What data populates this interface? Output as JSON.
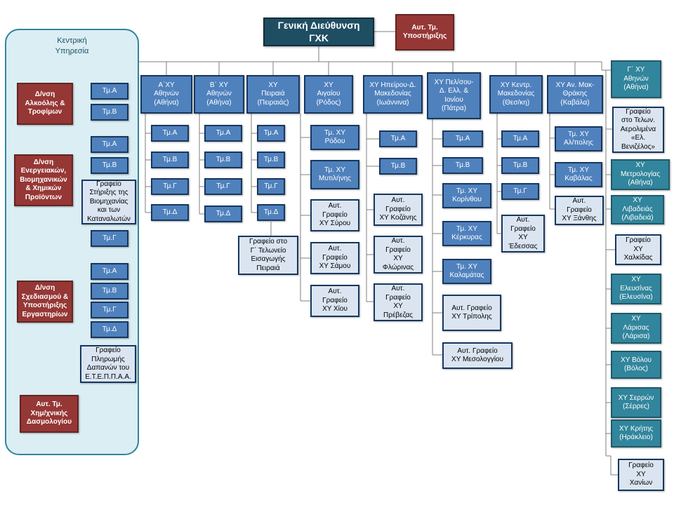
{
  "top": {
    "general_directorate": "Γενική Διεύθυνση\nΓΧΚ",
    "support_unit": "Αυτ. Τμ.\nΥποστήριξης"
  },
  "central": {
    "title": "Κεντρική\nΥπηρεσία",
    "dir1": "Δ/νση\nΑλκοόλης &\nΤροφίμων",
    "dir1_a": "Τμ.Α",
    "dir1_b": "Τμ.Β",
    "dir2": "Δ/νση\nΕνεργειακών,\nΒιομηχανικών\n& Χημικών\nΠροϊόντων",
    "dir2_a": "Τμ.Α",
    "dir2_b": "Τμ.Β",
    "dir2_office": "Γραφείο\nΣτήριξης της\nΒιομηχανίας\nκαι των\nΚαταναλωτών",
    "dir2_c": "Τμ.Γ",
    "dir3": "Δ/νση\nΣχεδιασμού &\nΥποστήριξης\nΕργαστηρίων",
    "dir3_a": "Τμ.Α",
    "dir3_b": "Τμ.Β",
    "dir3_c": "Τμ.Γ",
    "dir3_d": "Τμ.Δ",
    "dir3_office": "Γραφείο\nΠληρωμής\nΔαπανών του\nΕ.Τ.Ε.Π.Π.Α.Α.",
    "tariff_unit": "Αυτ. Τμ.\nΧημ/χνικής\nΔασμολογίου"
  },
  "labs": {
    "athens_a": "Α΄ΧΥ\nΑθηνών\n(Αθήνα)",
    "athens_a_units": [
      "Τμ.Α",
      "Τμ.Β",
      "Τμ.Γ",
      "Τμ.Δ"
    ],
    "athens_b": "Β΄ ΧΥ\nΑθηνών\n(Αθήνα)",
    "athens_b_units": [
      "Τμ.Α",
      "Τμ.Β",
      "Τμ.Γ",
      "Τμ.Δ"
    ],
    "piraeus": "ΧΥ\nΠειραιά\n(Πειραιάς)",
    "piraeus_units": [
      "Τμ.Α",
      "Τμ.Β",
      "Τμ.Γ",
      "Τμ.Δ"
    ],
    "piraeus_office": "Γραφείο στο\nΓ΄ Τελωνείο\nΕισαγωγής\nΠειραιά",
    "aegean": "ΧΥ\nΑιγαίου\n(Ρόδος)",
    "aegean_subs": [
      "Τμ. ΧΥ\nΡόδου",
      "Τμ. ΧΥ\nΜυτιλήνης",
      "Αυτ.\nΓραφείο\nΧΥ Σύρου",
      "Αυτ.\nΓραφείο\nΧΥ Σάμου",
      "Αυτ.\nΓραφείο\nΧΥ Χίου"
    ],
    "epirus": "ΧΥ Ηπείρου-Δ.\nΜακεδονίας\n(Ιωάννινα)",
    "epirus_units": [
      "Τμ.Α",
      "Τμ.Β"
    ],
    "epirus_offices": [
      "Αυτ.\nΓραφείο\nΧΥ Κοζάνης",
      "Αυτ.\nΓραφείο\nΧΥ\nΦλώρινας",
      "Αυτ.\nΓραφείο\nΧΥ\nΠρέβεζας"
    ],
    "peloponnese": "ΧΥ Πελ/σου-\nΔ. Ελλ. &\nΙονίου\n(Πάτρα)",
    "peloponnese_units": [
      "Τμ.Α",
      "Τμ.Β"
    ],
    "peloponnese_subs": [
      "Τμ. ΧΥ\nΚορίνθου",
      "Τμ. ΧΥ\nΚέρκυρας",
      "Τμ. ΧΥ\nΚαλαμάτας"
    ],
    "peloponnese_offices": [
      "Αυτ. Γραφείο\nΧΥ Τρίπολης",
      "Αυτ. Γραφείο\nΧΥ Μεσολογγίου"
    ],
    "c_macedonia": "ΧΥ Κεντρ.\nΜακεδονίας\n(Θεσ/κη)",
    "c_macedonia_units": [
      "Τμ.Α",
      "Τμ.Β",
      "Τμ.Γ"
    ],
    "c_macedonia_office": "Αυτ.\nΓραφείο\nΧΥ\nΈδεσσας",
    "e_macedonia": "ΧΥ Αν. Μακ-\nΘράκης\n(Καβάλα)",
    "e_macedonia_subs": [
      "Τμ. ΧΥ\nΑλ/πολης",
      "Τμ. ΧΥ\nΚαβάλας"
    ],
    "e_macedonia_office": "Αυτ.\nΓραφείο\nΧΥ Ξάνθης"
  },
  "right_column": {
    "athens_c": "Γ΄ ΧΥ\nΑθηνών\n(Αθήνα)",
    "airport_office": "Γραφείο\nστο Τελων.\nΑερολιμένα\n«Ελ.\nΒενιζέλος»",
    "metrology": "ΧΥ\nΜετρολογίας\n(Αθήνα)",
    "livadeia": "ΧΥ\nΛιβαδειάς\n(Λιβαδειά)",
    "chalkida_office": "Γραφείο\nΧΥ\nΧαλκίδας",
    "elefsina": "ΧΥ\nΕλευσίνας\n(Ελευσίνα)",
    "larisa": "ΧΥ\nΛάρισας\n(Λάρισα)",
    "volos": "ΧΥ Βόλου\n(Βόλος)",
    "serres": "ΧΥ Σερρών\n(Σέρρες)",
    "crete": "ΧΥ Κρήτης\n(Ηράκλειο)",
    "chania_office": "Γραφείο\nΧΥ\nΧανίων"
  }
}
